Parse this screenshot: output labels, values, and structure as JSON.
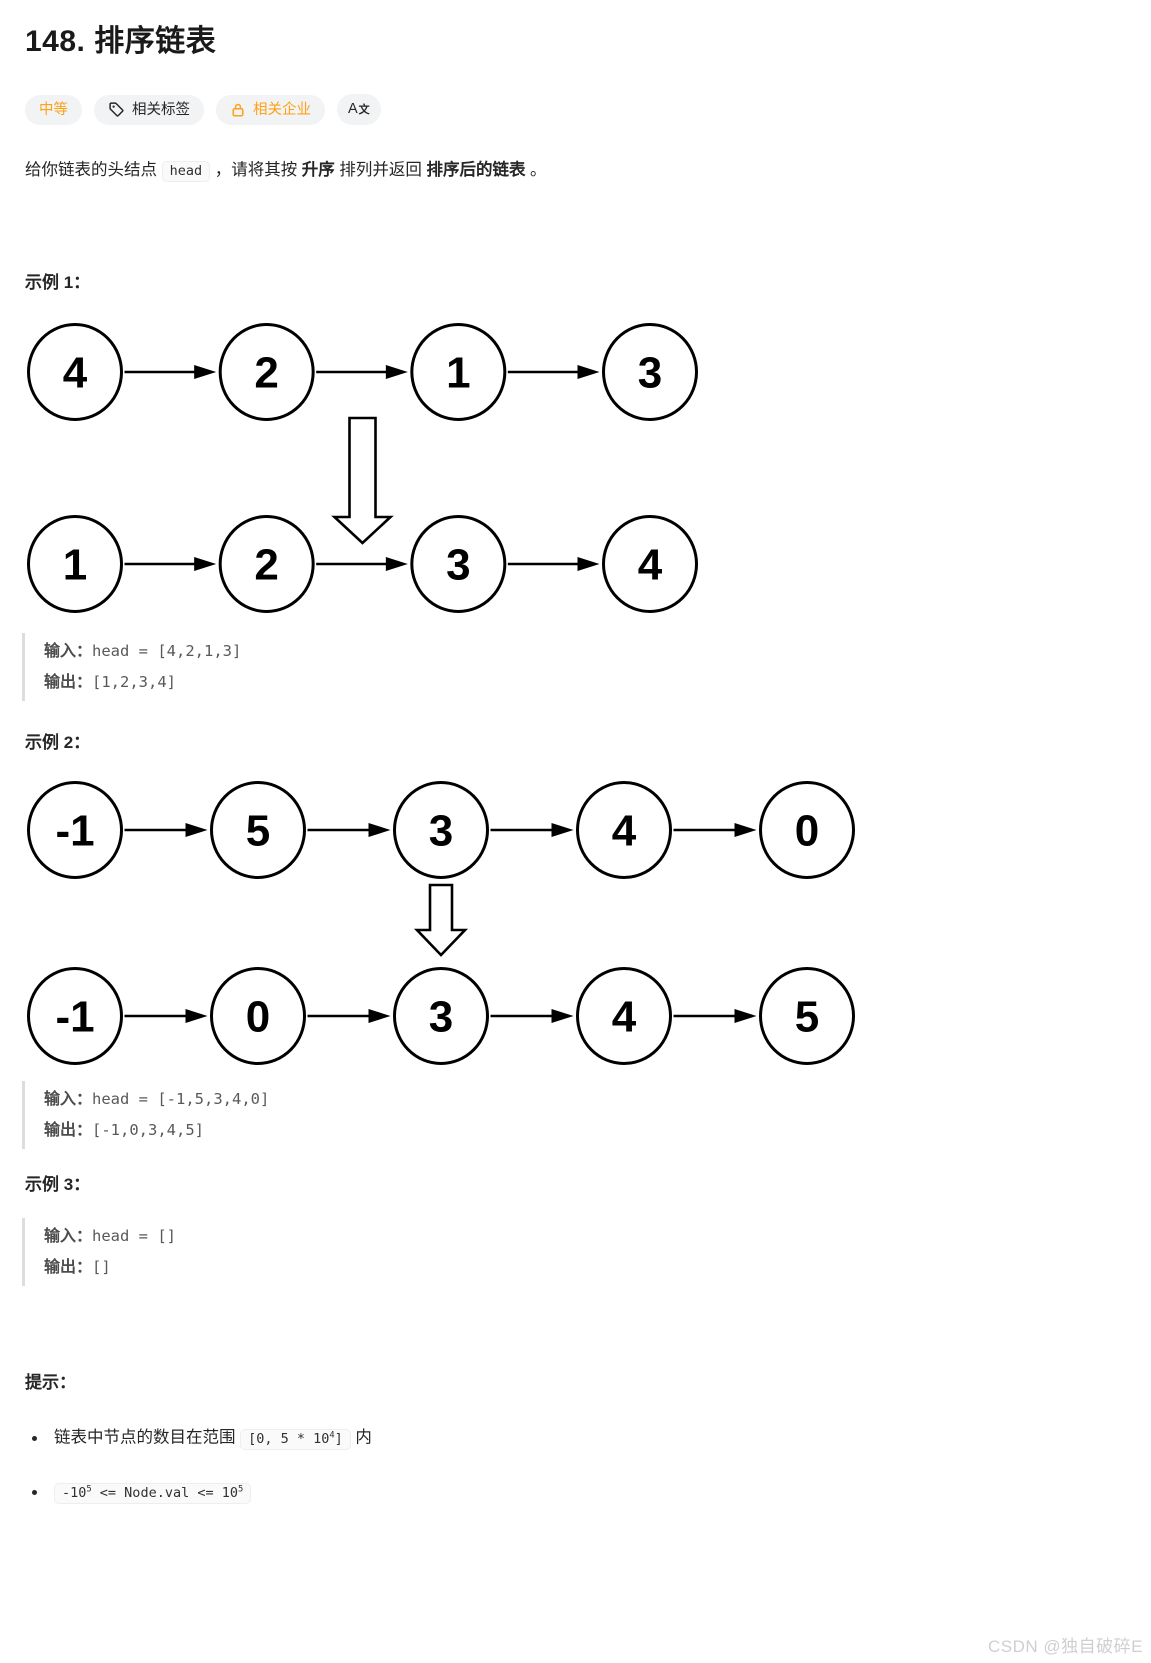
{
  "title": "148. 排序链表",
  "badges": {
    "difficulty": "中等",
    "tags_label": "相关标签",
    "companies_label": "相关企业",
    "translate_a": "A",
    "translate_wen": "文"
  },
  "colors": {
    "accent_gold": "#ffa116",
    "pill_bg": "#f2f3f4",
    "node_stroke": "#000000"
  },
  "description": {
    "segments": [
      {
        "style": "normal",
        "text": "给你链表的头结点 "
      },
      {
        "style": "code",
        "text": "head"
      },
      {
        "style": "normal",
        "text": " ，请将其按 "
      },
      {
        "style": "bold",
        "text": "升序"
      },
      {
        "style": "normal",
        "text": " 排列并返回 "
      },
      {
        "style": "bold",
        "text": "排序后的链表"
      },
      {
        "style": "normal",
        "text": " 。"
      }
    ]
  },
  "examples": [
    {
      "label": "示例 1：",
      "diagram": {
        "before": [
          "4",
          "2",
          "1",
          "3"
        ],
        "after": [
          "1",
          "2",
          "3",
          "4"
        ],
        "arrow_size": "large"
      },
      "io": [
        {
          "label": "输入：",
          "value": "head = [4,2,1,3]"
        },
        {
          "label": "输出：",
          "value": "[1,2,3,4]"
        }
      ]
    },
    {
      "label": "示例 2：",
      "diagram": {
        "before": [
          "-1",
          "5",
          "3",
          "4",
          "0"
        ],
        "after": [
          "-1",
          "0",
          "3",
          "4",
          "5"
        ],
        "arrow_size": "small"
      },
      "io": [
        {
          "label": "输入：",
          "value": "head = [-1,5,3,4,0]"
        },
        {
          "label": "输出：",
          "value": "[-1,0,3,4,5]"
        }
      ]
    },
    {
      "label": "示例 3：",
      "io": [
        {
          "label": "输入：",
          "value": "head = []"
        },
        {
          "label": "输出：",
          "value": "[]"
        }
      ]
    }
  ],
  "hints": {
    "label": "提示：",
    "items": [
      {
        "segments": [
          {
            "style": "normal",
            "text": "链表中节点的数目在范围 "
          },
          {
            "style": "code",
            "text": "[0, 5 * 10^4]"
          },
          {
            "style": "normal",
            "text": " 内"
          }
        ]
      },
      {
        "segments": [
          {
            "style": "code",
            "text": "-10^5 <= Node.val <= 10^5"
          }
        ]
      }
    ]
  },
  "watermark": "CSDN @独自破碎E"
}
